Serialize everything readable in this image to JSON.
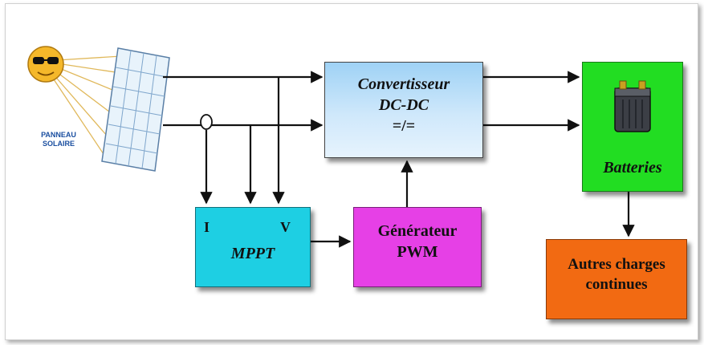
{
  "panel_label": "PANNEAU SOLAIRE",
  "converter": {
    "title": "Convertisseur",
    "subtitle": "DC-DC",
    "symbol": "=/="
  },
  "batteries": {
    "label": "Batteries"
  },
  "mppt": {
    "label": "MPPT",
    "input_current": "I",
    "input_voltage": "V"
  },
  "pwm": {
    "line1": "Générateur",
    "line2": "PWM"
  },
  "loads": {
    "line1": "Autres charges",
    "line2": "continues"
  },
  "icons": [
    "sun-icon",
    "solar-panel-icon",
    "battery-icon",
    "current-sensor-icon"
  ],
  "colors": {
    "converter": "#b8dcf7",
    "batteries": "#22dd22",
    "mppt": "#1ecfe3",
    "pwm": "#e640e6",
    "loads": "#f26a12",
    "panel_label": "#1b4fa0"
  }
}
